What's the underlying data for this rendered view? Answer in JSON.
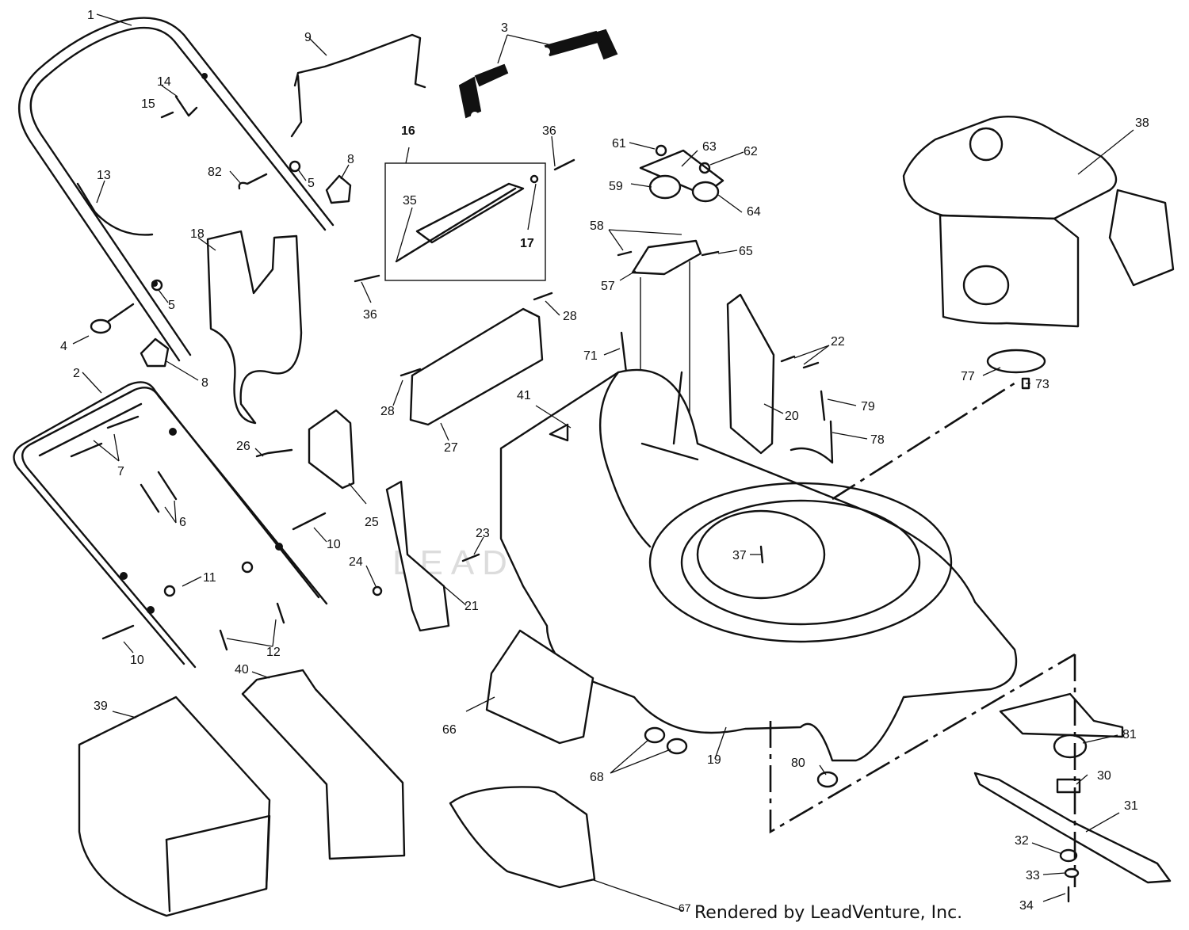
{
  "diagram": {
    "watermark": "LEADVENTURE",
    "footer": "Rendered by LeadVenture, Inc.",
    "labels": {
      "l1": "1",
      "l2": "2",
      "l3": "3",
      "l4": "4",
      "l5a": "5",
      "l5b": "5",
      "l6": "6",
      "l7": "7",
      "l8a": "8",
      "l8b": "8",
      "l9": "9",
      "l10a": "10",
      "l10b": "10",
      "l11": "11",
      "l12": "12",
      "l13": "13",
      "l14": "14",
      "l15": "15",
      "l16": "16",
      "l17": "17",
      "l18": "18",
      "l19": "19",
      "l20": "20",
      "l21": "21",
      "l22": "22",
      "l23": "23",
      "l24": "24",
      "l25": "25",
      "l26": "26",
      "l27": "27",
      "l28a": "28",
      "l28b": "28",
      "l30": "30",
      "l31": "31",
      "l32": "32",
      "l33": "33",
      "l34": "34",
      "l35": "35",
      "l36a": "36",
      "l36b": "36",
      "l37": "37",
      "l38": "38",
      "l39": "39",
      "l40": "40",
      "l41": "41",
      "l57": "57",
      "l58": "58",
      "l59": "59",
      "l61": "61",
      "l62": "62",
      "l63": "63",
      "l64": "64",
      "l65": "65",
      "l66": "66",
      "l67": "67",
      "l68": "68",
      "l71": "71",
      "l73": "73",
      "l77": "77",
      "l78": "78",
      "l79": "79",
      "l80": "80",
      "l81": "81",
      "l82": "82"
    }
  }
}
